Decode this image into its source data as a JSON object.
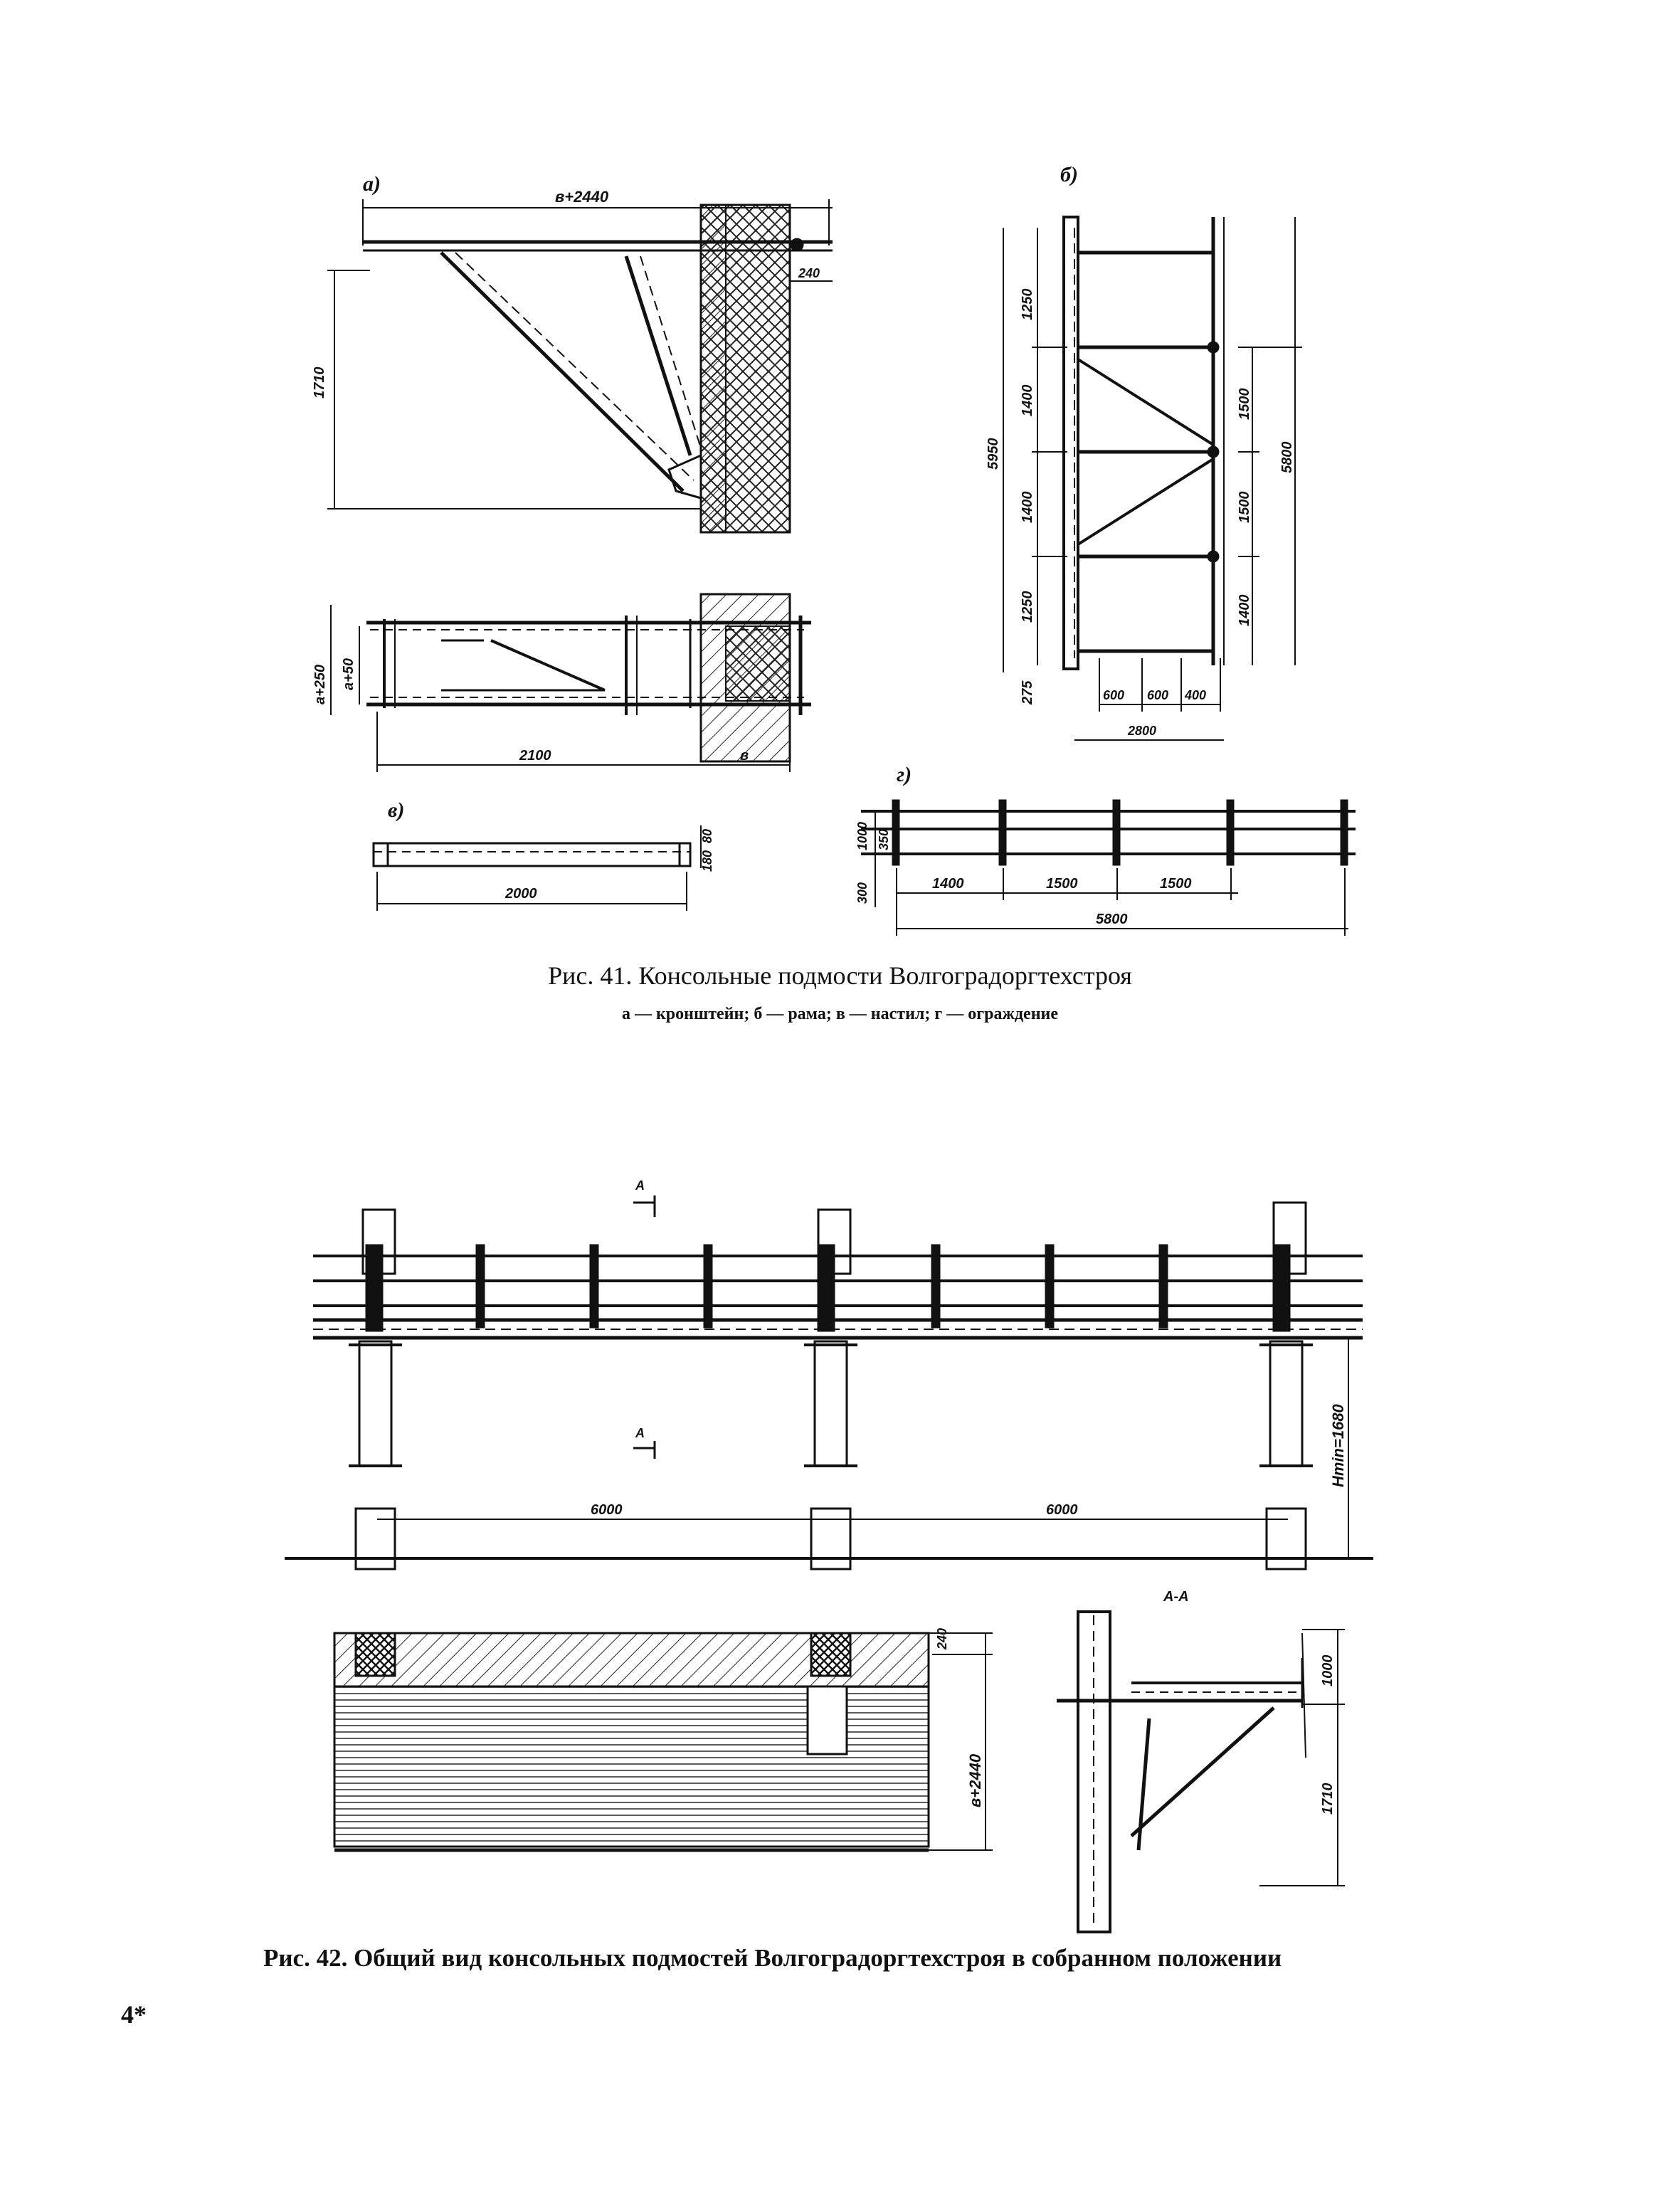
{
  "fig41": {
    "caption": "Рис. 41. Консольные подмости Волгоградоргтехстроя",
    "subcaption": "а — кронштейн;  б — рама;  в — настил;  г — ограждение",
    "panels": {
      "a": {
        "label": "а)",
        "dims": {
          "top": "в+2440",
          "wall": "240",
          "height": "1710",
          "width_a1": "а+250",
          "width_a2": "а+50",
          "length": "2100",
          "b": "в"
        }
      },
      "b": {
        "label": "б)",
        "dims": {
          "seg1": "1250",
          "seg2": "1400",
          "seg3": "1400",
          "seg4": "1250",
          "overall": "5950",
          "base": "275",
          "r1": "1500",
          "r2": "1500",
          "r3": "1400",
          "right_overall": "5800",
          "w1": "600",
          "w2": "600",
          "w3": "400",
          "width": "2800"
        }
      },
      "v": {
        "label": "в)",
        "dims": {
          "thick": "80",
          "h": "180",
          "length": "2000"
        }
      },
      "g": {
        "label": "г)",
        "dims": {
          "height": "1000",
          "mid": "350",
          "low": "300",
          "s1": "1400",
          "s2": "1500",
          "s3": "1500",
          "overall": "5800"
        }
      }
    }
  },
  "fig42": {
    "caption": "Рис. 42. Общий вид консольных подмостей Волгоградоргтехстроя в собранном  положении",
    "dims": {
      "span1": "6000",
      "span2": "6000",
      "height": "Hmin=1680",
      "wall": "240",
      "b": "в+2440",
      "h1": "1000",
      "h2": "1710"
    },
    "section_mark": "А",
    "section_label": "А-А"
  },
  "page_mark": "4*"
}
